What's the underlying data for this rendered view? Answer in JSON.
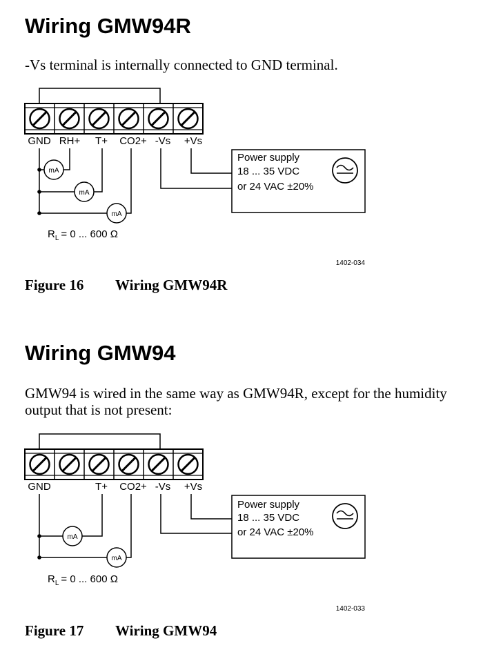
{
  "section1": {
    "title": "Wiring GMW94R",
    "note": "-Vs terminal is internally connected to GND terminal.",
    "terminals": [
      "GND",
      "RH+",
      "T+",
      "CO2+",
      "-Vs",
      "+Vs"
    ],
    "power_supply": [
      "Power supply",
      "18 ... 35 VDC",
      "or 24 VAC ±20%"
    ],
    "meter_label": "mA",
    "rl_label": "= 0 ... 600 Ω",
    "drawing_code": "1402-034",
    "figure_number": "Figure 16",
    "figure_title": "Wiring GMW94R"
  },
  "section2": {
    "title": "Wiring GMW94",
    "paragraph_line1": "GMW94 is wired in the same way as GMW94R, except for the humidity",
    "paragraph_line2": "output that is not present:",
    "terminals": [
      "GND",
      "",
      "T+",
      "CO2+",
      "-Vs",
      "+Vs"
    ],
    "power_supply": [
      "Power supply",
      "18 ... 35 VDC",
      "or 24 VAC ±20%"
    ],
    "meter_label": "mA",
    "rl_label": "= 0 ... 600 Ω",
    "drawing_code": "1402-033",
    "figure_number": "Figure 17",
    "figure_title": "Wiring GMW94"
  }
}
